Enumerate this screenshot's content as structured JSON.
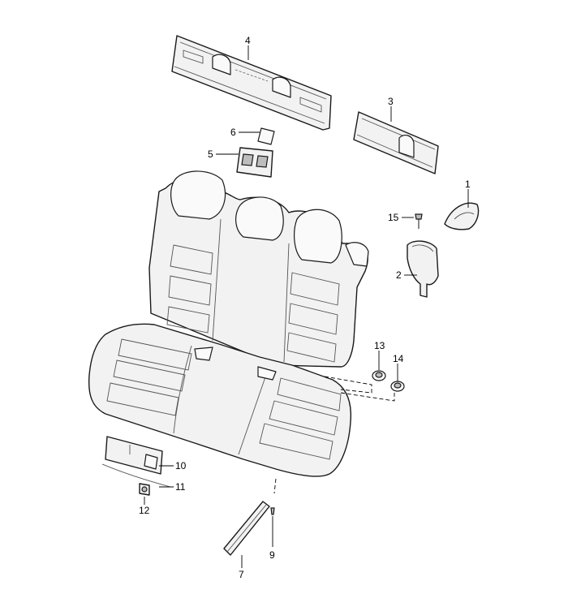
{
  "callouts": [
    {
      "id": "1",
      "label": "1"
    },
    {
      "id": "2",
      "label": "2"
    },
    {
      "id": "3",
      "label": "3"
    },
    {
      "id": "4",
      "label": "4"
    },
    {
      "id": "5",
      "label": "5"
    },
    {
      "id": "6",
      "label": "6"
    },
    {
      "id": "7",
      "label": "7"
    },
    {
      "id": "9",
      "label": "9"
    },
    {
      "id": "10",
      "label": "10"
    },
    {
      "id": "11",
      "label": "11"
    },
    {
      "id": "12",
      "label": "12"
    },
    {
      "id": "13",
      "label": "13"
    },
    {
      "id": "14",
      "label": "14"
    },
    {
      "id": "15",
      "label": "15"
    }
  ]
}
